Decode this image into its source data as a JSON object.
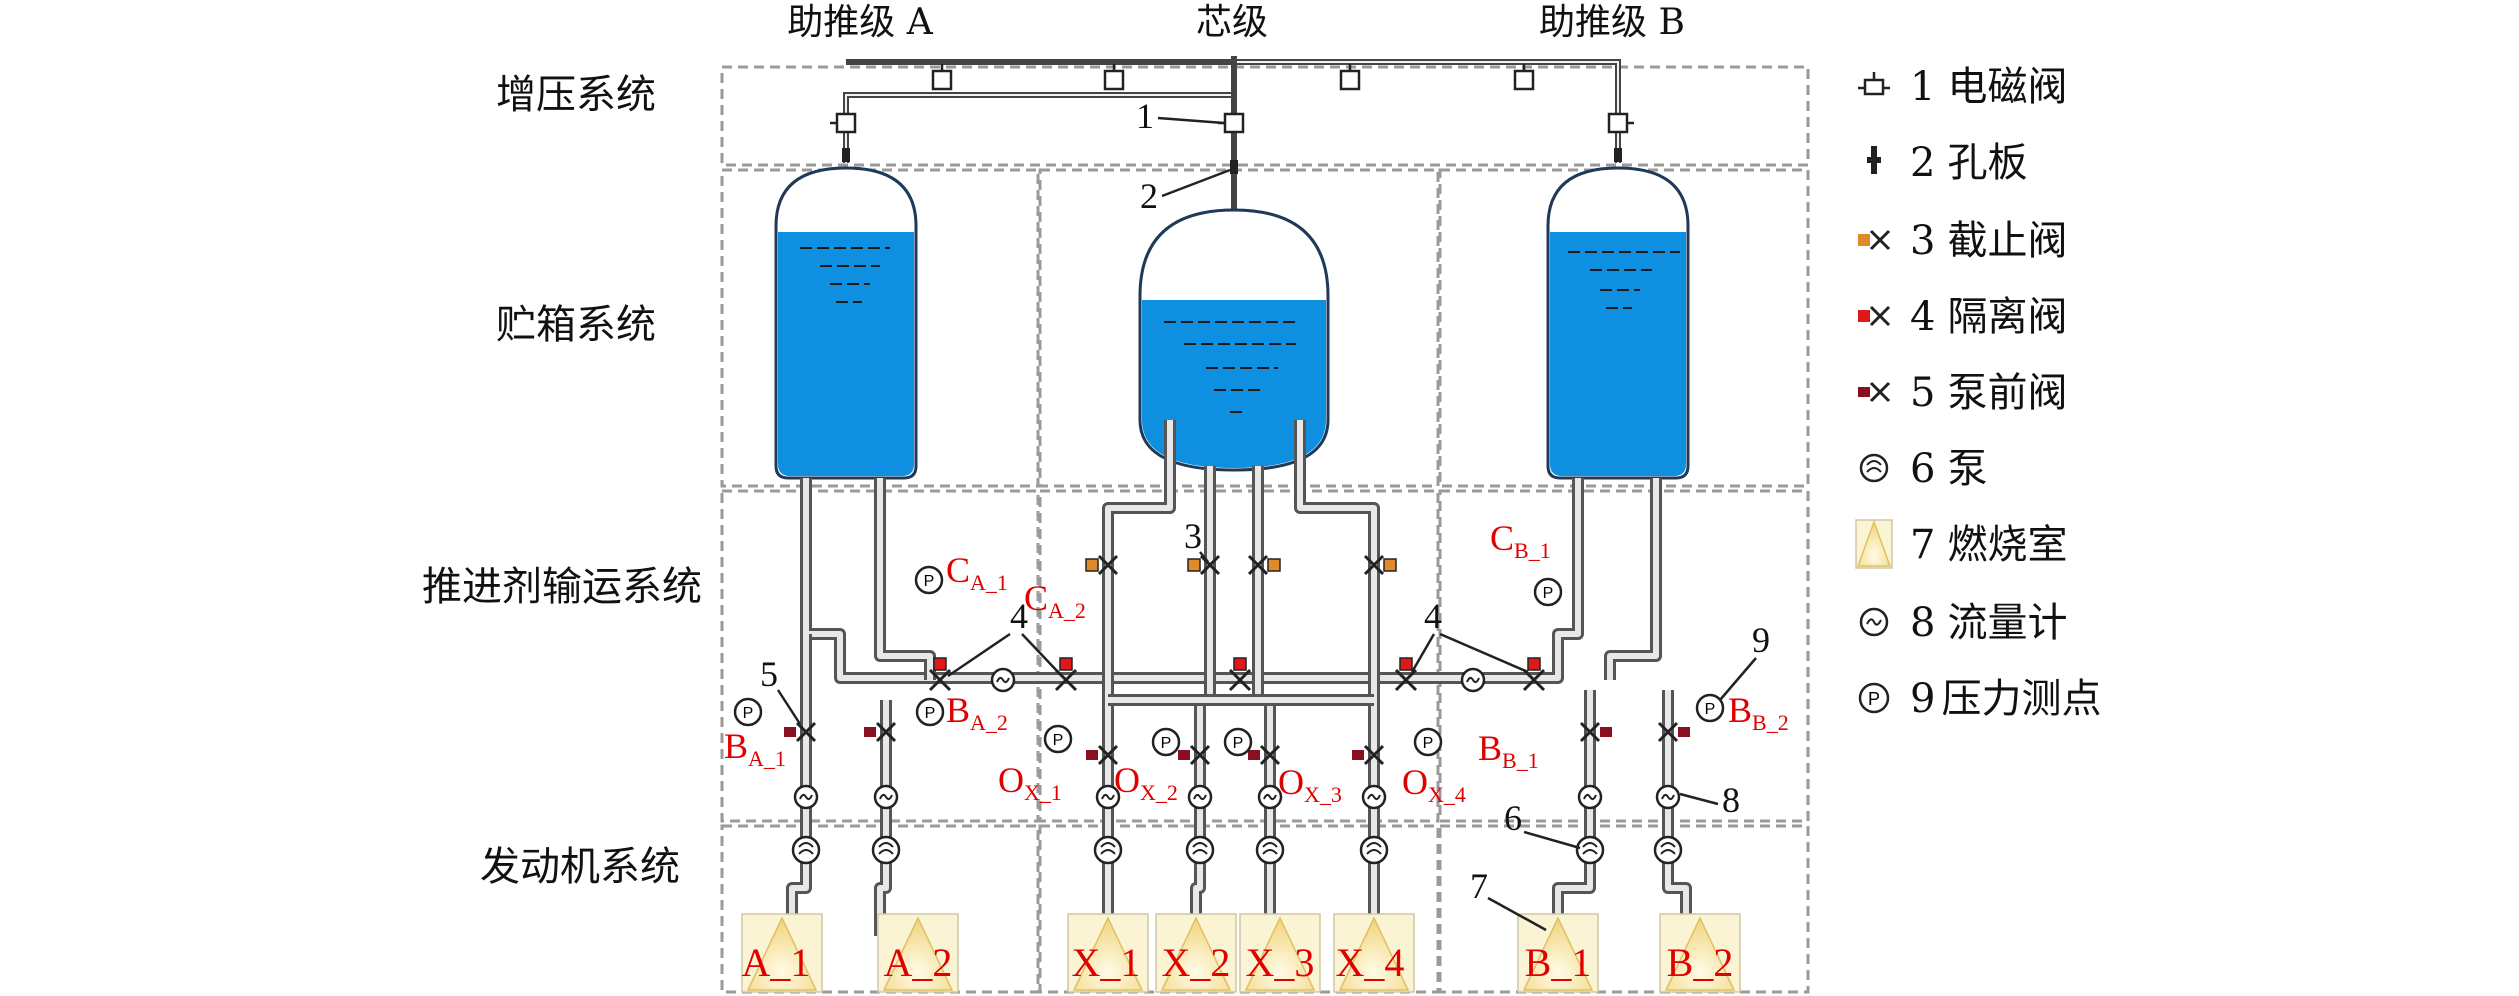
{
  "columns": {
    "booster_a": "助推级 A",
    "core": "芯级",
    "booster_b": "助推级 B"
  },
  "rows": {
    "pressurization": "增压系统",
    "tank": "贮箱系统",
    "transport": "推进剂输运系统",
    "engine": "发动机系统"
  },
  "legend": [
    {
      "num": "1",
      "label": "电磁阀",
      "icon": "solenoid-valve-icon"
    },
    {
      "num": "2",
      "label": "孔板",
      "icon": "orifice-plate-icon"
    },
    {
      "num": "3",
      "label": "截止阀",
      "icon": "shutoff-valve-icon"
    },
    {
      "num": "4",
      "label": "隔离阀",
      "icon": "isolation-valve-icon"
    },
    {
      "num": "5",
      "label": "泵前阀",
      "icon": "pre-pump-valve-icon"
    },
    {
      "num": "6",
      "label": "泵",
      "icon": "pump-icon"
    },
    {
      "num": "7",
      "label": "燃烧室",
      "icon": "combustion-chamber-icon"
    },
    {
      "num": "8",
      "label": "流量计",
      "icon": "flowmeter-icon"
    },
    {
      "num": "9",
      "label": "压力测点",
      "icon": "pressure-point-icon"
    }
  ],
  "engines": [
    "A_1",
    "A_2",
    "X_1",
    "X_2",
    "X_3",
    "X_4",
    "B_1",
    "B_2"
  ],
  "callouts": [
    "1",
    "2",
    "3",
    "4",
    "4",
    "5",
    "6",
    "7",
    "8",
    "9"
  ],
  "pressure_gauge_symbol": "P",
  "points": {
    "CA1": {
      "base": "C",
      "sub": "A_1"
    },
    "CA2": {
      "base": "C",
      "sub": "A_2"
    },
    "CB1": {
      "base": "C",
      "sub": "B_1"
    },
    "BA1": {
      "base": "B",
      "sub": "A_1"
    },
    "BA2": {
      "base": "B",
      "sub": "A_2"
    },
    "BB1": {
      "base": "B",
      "sub": "B_1"
    },
    "BB2": {
      "base": "B",
      "sub": "B_2"
    },
    "OX1": {
      "base": "O",
      "sub": "X_1"
    },
    "OX2": {
      "base": "O",
      "sub": "X_2"
    },
    "OX3": {
      "base": "O",
      "sub": "X_3"
    },
    "OX4": {
      "base": "O",
      "sub": "X_4"
    }
  },
  "colors": {
    "propellant": "#0f8fe0",
    "label_red": "#e00000",
    "shutoff_valve": "#e08a2c",
    "isolation_valve": "#e01818",
    "pre_pump_valve": "#8a1020",
    "chamber": "#f7e7a8"
  }
}
